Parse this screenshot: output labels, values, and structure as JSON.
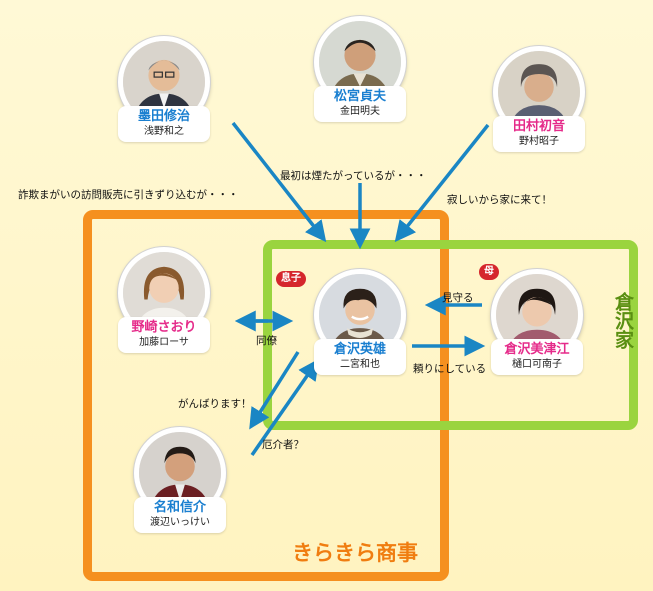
{
  "groups": {
    "company_label": "きらきら商事",
    "family_label": "倉沢家"
  },
  "characters": {
    "sumida": {
      "role": "墨田修治",
      "actor": "浅野和之"
    },
    "matsumiya": {
      "role": "松宮貞夫",
      "actor": "金田明夫"
    },
    "tamura": {
      "role": "田村初音",
      "actor": "野村昭子"
    },
    "nozaki": {
      "role": "野崎さおり",
      "actor": "加藤ローサ"
    },
    "hideo": {
      "role": "倉沢英雄",
      "actor": "二宮和也"
    },
    "mitsue": {
      "role": "倉沢美津江",
      "actor": "樋口可南子"
    },
    "nawa": {
      "role": "名和信介",
      "actor": "渡辺いっけい"
    }
  },
  "badges": {
    "son": "息子",
    "mother": "母"
  },
  "relations": {
    "sumida_to_hideo": "詐欺まがいの訪問販売に引きずり込むが・・・",
    "matsumiya_to_hideo": "最初は煙たがっているが・・・",
    "tamura_to_hideo": "寂しいから家に来て！",
    "nozaki_hideo": "同僚",
    "mitsue_to_hideo": "見守る",
    "hideo_to_mitsue": "頼りにしている",
    "hideo_to_nawa": "がんばります！",
    "nawa_to_hideo": "厄介者？"
  },
  "colors": {
    "company": "#f5901f",
    "family": "#9ad43f",
    "arrow": "#1a86c4",
    "badge": "#d5262c",
    "role_blue": "#1a7fd0",
    "role_pink": "#e52b8a"
  }
}
